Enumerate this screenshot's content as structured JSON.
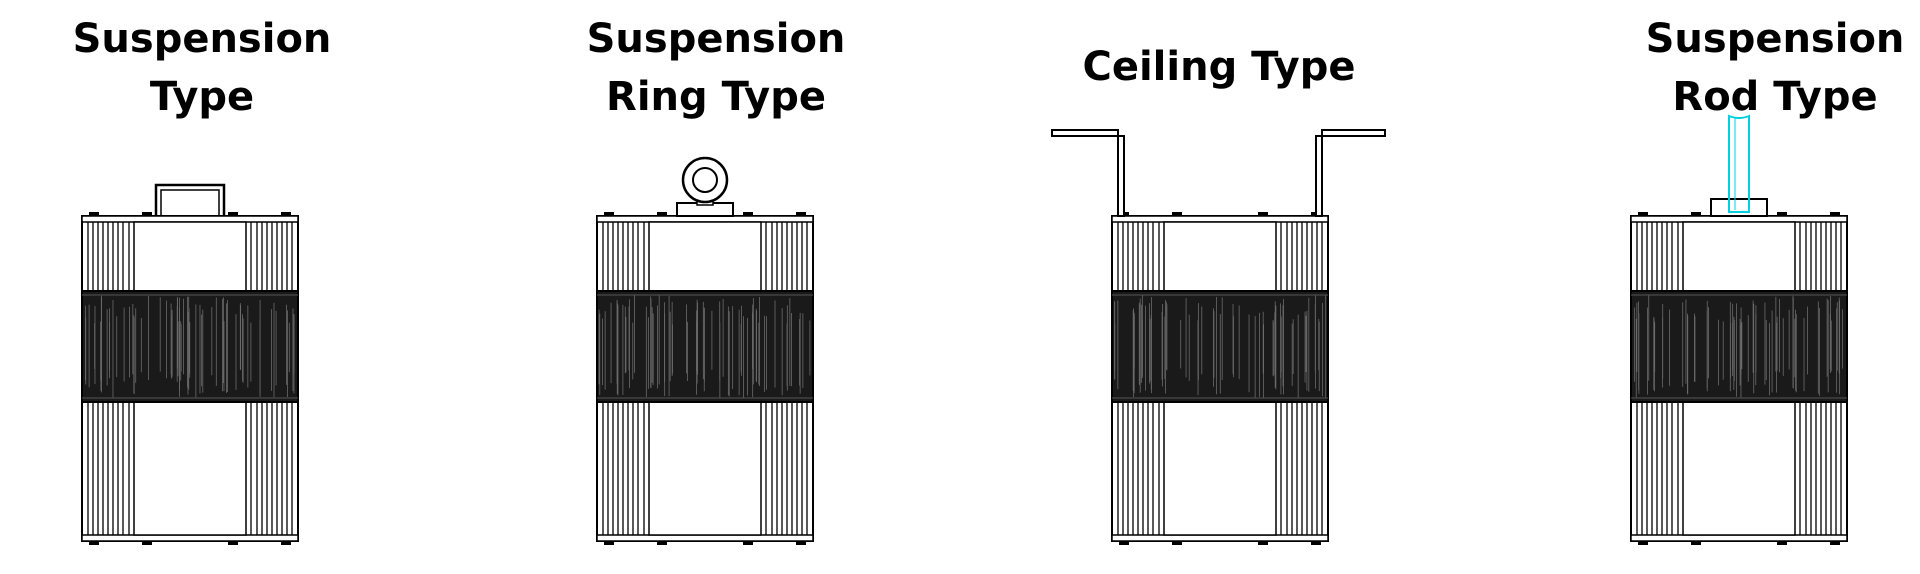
{
  "variants": [
    {
      "id": "suspension",
      "mount": "suspension-handle",
      "title_lines": [
        "Suspension",
        "Type"
      ]
    },
    {
      "id": "suspension-ring",
      "mount": "ring",
      "title_lines": [
        "Suspension",
        "Ring Type"
      ]
    },
    {
      "id": "ceiling",
      "mount": "ceiling-bracket",
      "title_lines": [
        "Ceiling Type"
      ]
    },
    {
      "id": "suspension-rod",
      "mount": "rod",
      "title_lines": [
        "Suspension",
        "Rod Type"
      ]
    }
  ],
  "colors": {
    "line": "#000000",
    "rod_highlight": "#00d0e0",
    "background": "#ffffff"
  }
}
